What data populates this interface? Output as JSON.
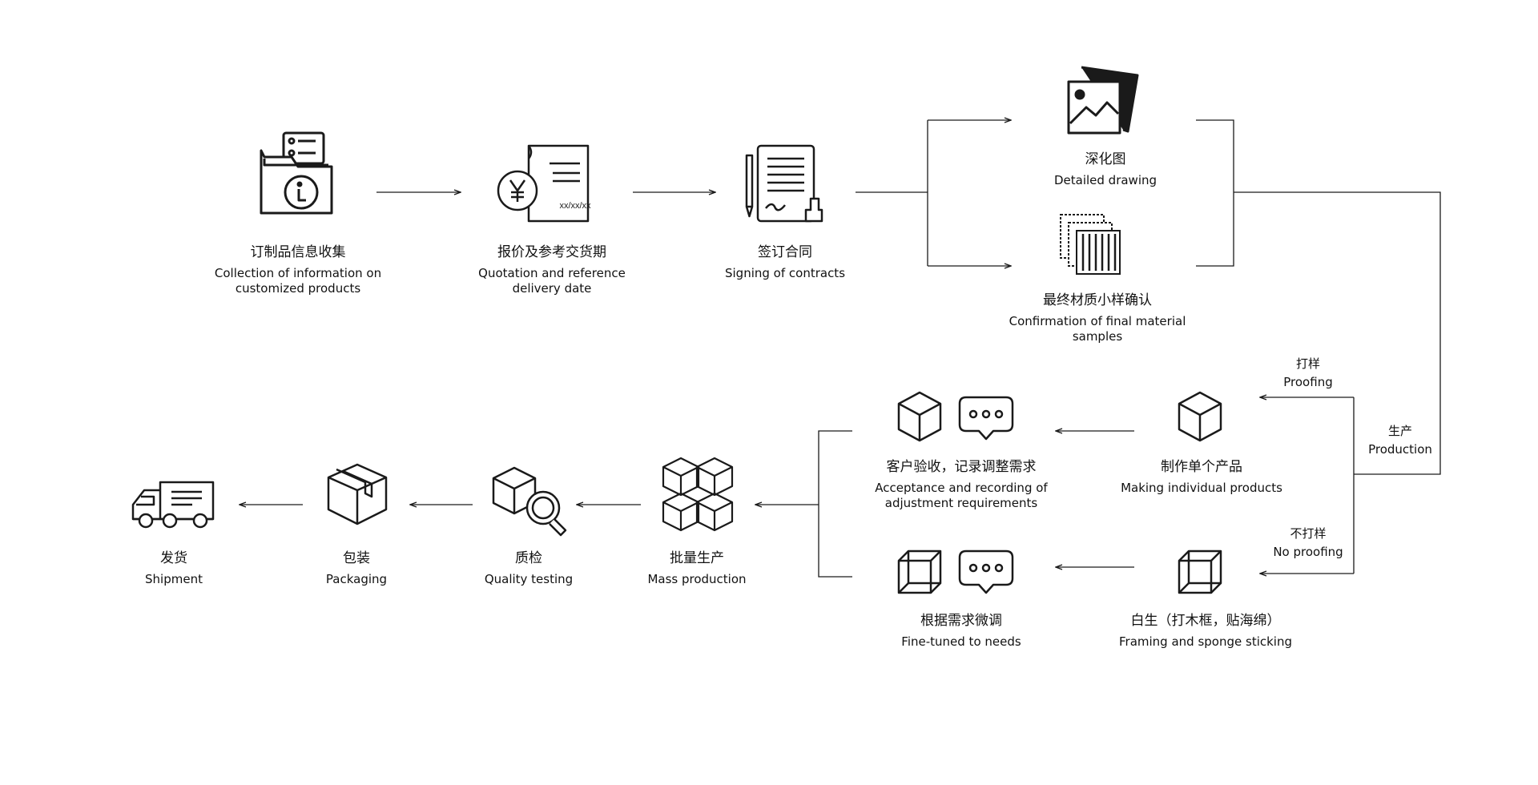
{
  "steps": {
    "collect": {
      "zh": "订制品信息收集",
      "en1": "Collection of information on",
      "en2": "customized products",
      "icon": "info-folder-icon"
    },
    "quote": {
      "zh": "报价及参考交货期",
      "en1": "Quotation and reference",
      "en2": "delivery date",
      "icon": "quotation-yen-icon",
      "date_text": "xx/xx/xx"
    },
    "sign": {
      "zh": "签订合同",
      "en1": "Signing of contracts",
      "icon": "contract-stamp-icon"
    },
    "drawing": {
      "zh": "深化图",
      "en1": "Detailed drawing",
      "icon": "picture-icon"
    },
    "samples": {
      "zh": "最终材质小样确认",
      "en1": "Confirmation of final material",
      "en2": "samples",
      "icon": "material-samples-icon"
    },
    "single": {
      "zh": "制作单个产品",
      "en1": "Making individual products",
      "icon": "cube-icon"
    },
    "white": {
      "zh": "白生（打木框，贴海绵）",
      "en1": "Framing and sponge sticking",
      "icon": "wireframe-cube-icon"
    },
    "acceptance": {
      "zh": "客户验收，记录调整需求",
      "en1": "Acceptance and recording of",
      "en2": "adjustment requirements",
      "icon": "cube-chat-icon"
    },
    "finetune": {
      "zh": "根据需求微调",
      "en1": "Fine-tuned to needs",
      "icon": "wireframe-chat-icon"
    },
    "mass": {
      "zh": "批量生产",
      "en1": "Mass production",
      "icon": "cube-stack-icon"
    },
    "quality": {
      "zh": "质检",
      "en1": "Quality testing",
      "icon": "cube-magnifier-icon"
    },
    "packaging": {
      "zh": "包装",
      "en1": "Packaging",
      "icon": "package-box-icon"
    },
    "shipment": {
      "zh": "发货",
      "en1": "Shipment",
      "icon": "delivery-truck-icon"
    }
  },
  "labels": {
    "production": {
      "zh": "生产",
      "en": "Production"
    },
    "proofing": {
      "zh": "打样",
      "en": "Proofing"
    },
    "no_proofing": {
      "zh": "不打样",
      "en": "No proofing"
    }
  },
  "colors": {
    "line": "#1a1a1a",
    "background": "#ffffff"
  }
}
